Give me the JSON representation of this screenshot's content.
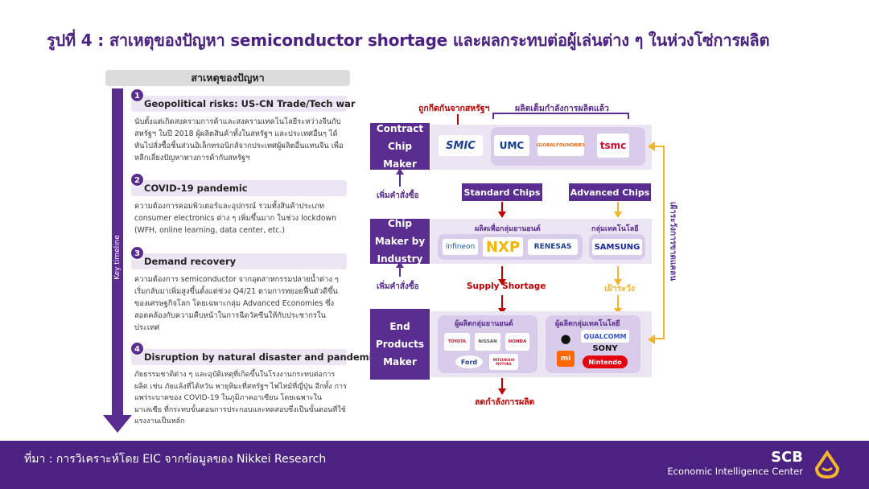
{
  "title": "รูปที่ 4 : สาเหตุของปัญหา semiconductor shortage และผลกระทบต่อผู้เล่นต่าง ๆ ในห่วงโซ่การผลิต",
  "causes_header": "สาเหตุของปัญหา",
  "timeline_label": "Key timeline",
  "causes": [
    {
      "num": "1",
      "title": "Geopolitical risks: US-CN Trade/Tech war",
      "text": "นับตั้งแต่เกิดสงครามการค้าและสงครามเทคโนโลยีระหว่างจีนกับสหรัฐฯ ในปี 2018 ผู้ผลิตสินค้าทั้งในสหรัฐฯ และประเทศอื่นๆ ได้หันไปสั่งซื้อชิ้นส่วนอิเล็กทรอนิกส์จากประเทศผู้ผลิตอื่นแทนจีน เพื่อหลีกเลี่ยงปัญหาทางการค้ากับสหรัฐฯ"
    },
    {
      "num": "2",
      "title": "COVID-19 pandemic",
      "text": "ความต้องการคอมพิวเตอร์และอุปกรณ์ รวมทั้งสินค้าประเภท consumer electronics ต่าง ๆ เพิ่มขึ้นมาก ในช่วง lockdown (WFH, online learning, data center, etc.)"
    },
    {
      "num": "3",
      "title": "Demand recovery",
      "text": "ความต้องการ semiconductor จากอุตสาหกรรมปลายน้ำต่าง ๆ เริ่มกลับมาเพิ่มสูงขึ้นตั้งแต่ช่วง Q4/21 ตามการทยอยฟื้นตัวดีขึ้นของเศรษฐกิจโลก โดยเฉพาะกลุ่ม Advanced Economies ซึ่งสอดคล้องกับความคืบหน้าในการฉีดวัคซีนให้กับประชากรในประเทศ"
    },
    {
      "num": "4",
      "title": "Disruption by natural disaster and pandemic",
      "text": "ภัยธรรมชาติต่าง ๆ และอุบัติเหตุที่เกิดขึ้นในโรงงานกระทบต่อการผลิต เช่น ภัยแล้งที่ไต้หวัน พายุหิมะที่สหรัฐฯ ไฟไหม้ที่ญี่ปุ่น อีกทั้ง การแพร่ระบาดของ COVID-19 ในภูมิภาคอาเซียน โดยเฉพาะในมาเลเซีย ที่กระทบขั้นตอนการประกอบและทดสอบซึ่งเป็นขั้นตอนที่ใช้แรงงานเป็นหลัก"
    }
  ],
  "diagram": {
    "top_left_label": "ถูกกีดกันจากสหรัฐฯ",
    "top_right_label": "ผลิตเต็มกำลังการผลิตแล้ว",
    "contract_label": "Contract Chip Maker",
    "contract_logos": [
      "SMIC",
      "UMC",
      "GLOBALFOUNDRIES",
      "tsmc"
    ],
    "order_more_1": "เพิ่มคำสั่งซื้อ",
    "order_more_2": "เพิ่มคำสั่งซื้อ",
    "standard_chips": "Standard Chips",
    "advanced_chips": "Advanced Chips",
    "industry_label": "Chip Maker by Industry",
    "auto_chip_group": "ผลิตเพื่อกลุ่มยานยนต์",
    "tech_chip_group": "กลุ่มเทคโนโลยี",
    "industry_logos": [
      "infineon",
      "NXP",
      "RENESAS",
      "SAMSUNG"
    ],
    "supply_shortage": "Supply Shortage",
    "watch": "เฝ้าระวัง",
    "side_watch": "เฝ้าระวังการขาดแคลน",
    "end_label": "End Products Maker",
    "auto_makers_group": "ผู้ผลิตกลุ่มยานยนต์",
    "tech_makers_group": "ผู้ผลิตกลุ่มเทคโนโลยี",
    "auto_logos": [
      "TOYOTA",
      "NISSAN",
      "HONDA",
      "Ford",
      "MITSUBISHI MOTORS"
    ],
    "tech_logos": [
      "QUALCOMM",
      "SONY",
      "mi",
      "Nintendo"
    ],
    "reduce_output": "ลดกำลังการผลิต"
  },
  "footer": {
    "source": "ที่มา : การวิเคราะห์โดย EIC จากข้อมูลของ Nikkei Research",
    "brand_line1": "SCB",
    "brand_line2": "Economic Intelligence Center"
  },
  "colors": {
    "purple": "#4b2281",
    "red": "#c00000",
    "gold": "#f3b52a",
    "light_purple": "#ece5f4"
  }
}
